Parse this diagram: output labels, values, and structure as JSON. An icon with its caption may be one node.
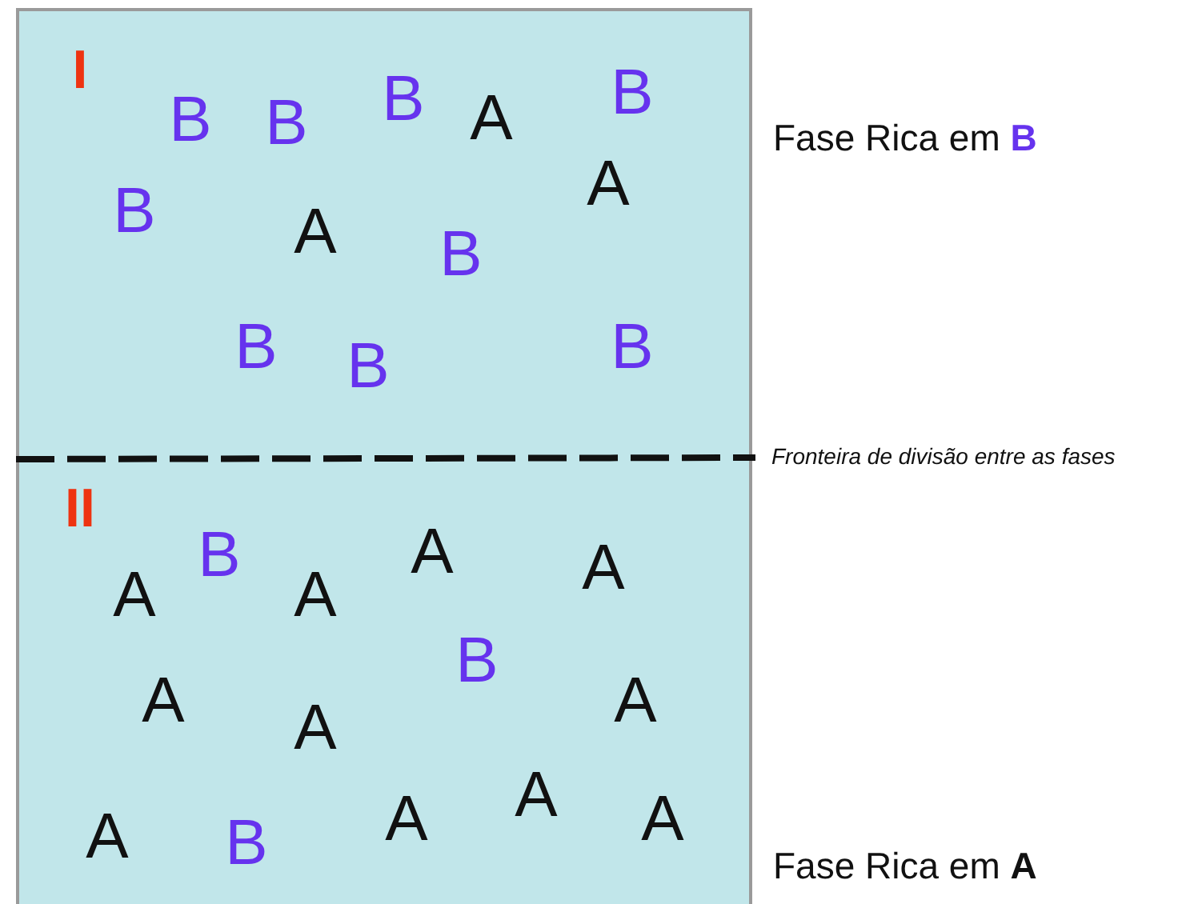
{
  "diagram": {
    "nodes": [
      {
        "text": [
          "I",
          "B",
          "B",
          "B",
          "A",
          "B",
          "B",
          "A",
          "B",
          "A",
          "B",
          "B",
          "B"
        ],
        "beside": [
          "Fase Rica em **B**"
        ]
      },
      {
        "text": [
          "II",
          "A",
          "B",
          "A",
          "A",
          "A",
          "A",
          "A",
          "B",
          "A",
          "A",
          "B",
          "A",
          "A",
          "A"
        ],
        "beside": [
          "Fase Rica em **A**"
        ]
      }
    ],
    "labels": [
      "Fronteira de divisão entre as fases"
    ]
  }
}
